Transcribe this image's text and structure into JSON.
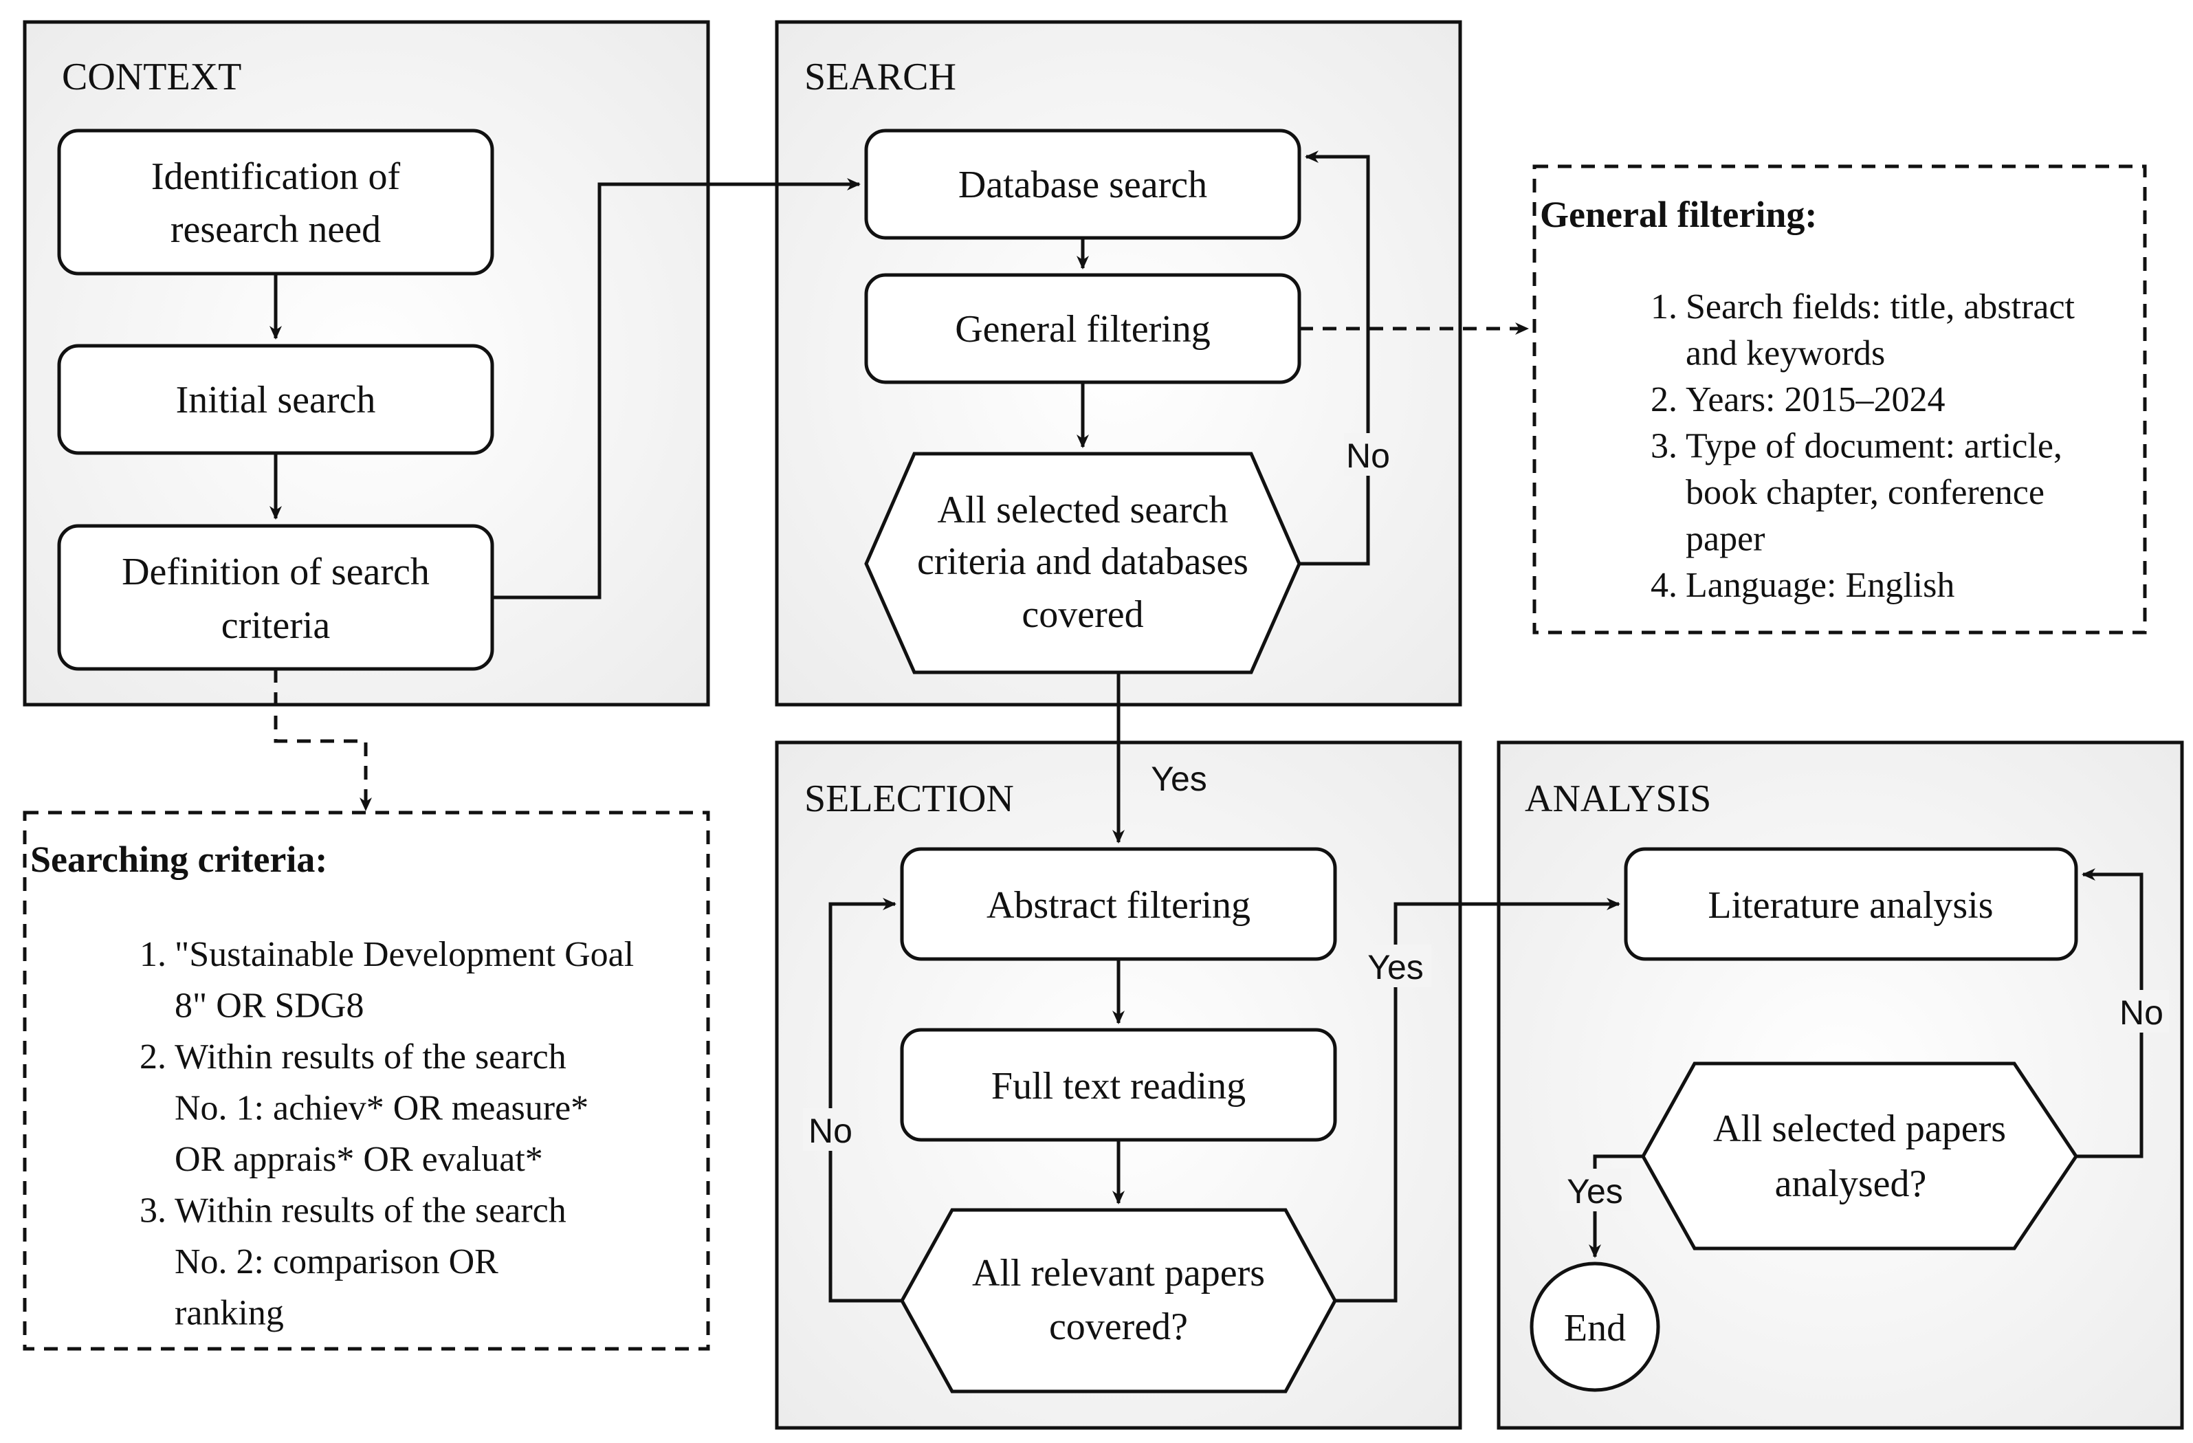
{
  "panels": {
    "context": "CONTEXT",
    "search": "SEARCH",
    "selection": "SELECTION",
    "analysis": "ANALYSIS"
  },
  "nodes": {
    "identification": [
      "Identification of",
      "research need"
    ],
    "initial_search": "Initial search",
    "definition": [
      "Definition of  search",
      "criteria"
    ],
    "database_search": "Database search",
    "general_filtering": "General filtering",
    "all_criteria_covered": [
      "All selected search",
      "criteria and databases",
      "covered"
    ],
    "abstract_filtering": "Abstract filtering",
    "full_text_reading": "Full text reading",
    "all_papers_covered": [
      "All relevant papers",
      "covered?"
    ],
    "literature_analysis": "Literature analysis",
    "all_analysed": [
      "All selected papers",
      "analysed?"
    ],
    "end": "End"
  },
  "edge_labels": {
    "search_no": "No",
    "search_yes": "Yes",
    "selection_no": "No",
    "selection_yes": "Yes",
    "analysis_no": "No",
    "analysis_yes": "Yes"
  },
  "general_filtering_note": {
    "title": "General filtering:",
    "items": [
      [
        "1.",
        "Search fields: title, abstract"
      ],
      [
        "",
        "and keywords"
      ],
      [
        "2.",
        "Years: 2015–2024"
      ],
      [
        "3.",
        "Type of document: article,"
      ],
      [
        "",
        "book chapter, conference"
      ],
      [
        "",
        "paper"
      ],
      [
        "4.",
        "Language: English"
      ]
    ]
  },
  "searching_criteria_note": {
    "title": "Searching criteria:",
    "items": [
      [
        "1.",
        "\"Sustainable Development Goal"
      ],
      [
        "",
        "8\" OR SDG8"
      ],
      [
        "2.",
        "Within results of the search"
      ],
      [
        "",
        "No. 1:  achiev* OR measure*"
      ],
      [
        "",
        "OR apprais* OR evaluat*"
      ],
      [
        "3.",
        "Within results of the search"
      ],
      [
        "",
        "No. 2:      comparison OR"
      ],
      [
        "",
        "ranking"
      ]
    ]
  },
  "colors": {
    "stroke": "#111111",
    "panel_fill": "#f2f2f2",
    "node_fill": "#ffffff",
    "text": "#111111"
  }
}
